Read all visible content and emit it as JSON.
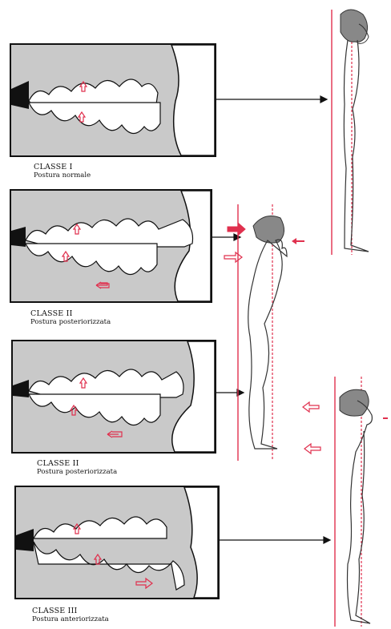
{
  "panels": [
    {
      "class_label": "CLASSE I",
      "posture_label": "Postura normale"
    },
    {
      "class_label": "CLASSE II",
      "posture_label": "Postura  posteriorizzata"
    },
    {
      "class_label": "CLASSE II",
      "posture_label": "Postura   posteriorizzata"
    },
    {
      "class_label": "CLASSE III",
      "posture_label": "Postura anteriorizzata"
    }
  ],
  "colors": {
    "panel_gray": "#c9c9c9",
    "plumb_line": "#e0304e",
    "arrow": "#e0304e",
    "outline": "#111111"
  }
}
